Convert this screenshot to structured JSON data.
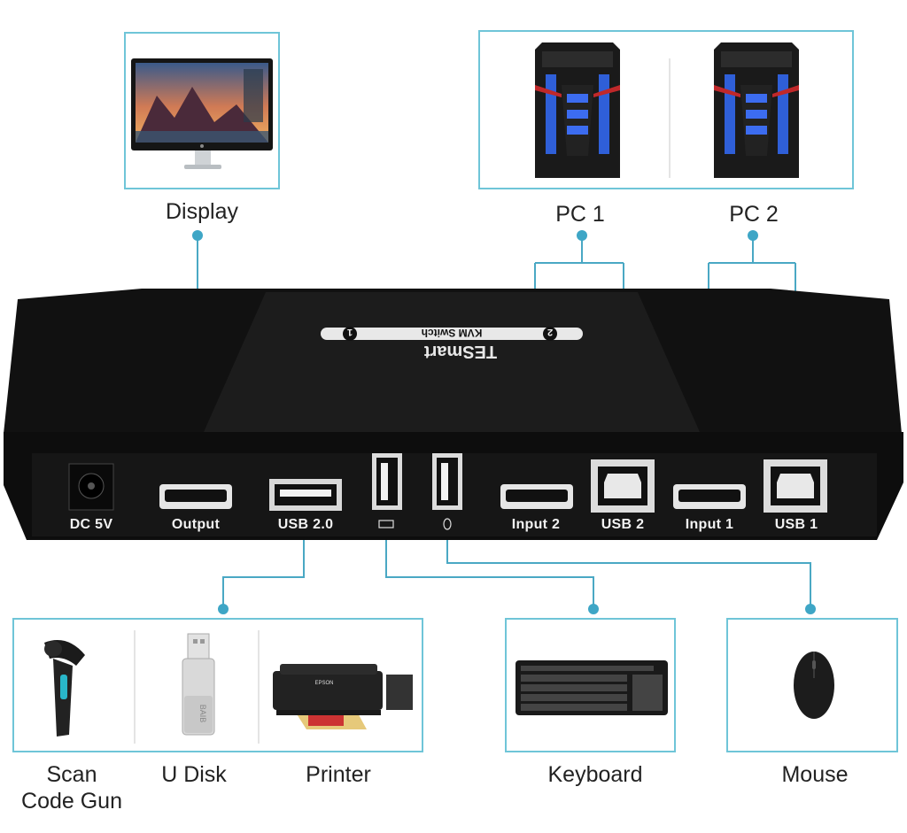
{
  "devices": {
    "display": "Display",
    "pc1": "PC 1",
    "pc2": "PC 2",
    "scan_gun": "Scan\nCode Gun",
    "u_disk": "U Disk",
    "printer": "Printer",
    "keyboard": "Keyboard",
    "mouse": "Mouse"
  },
  "switch": {
    "brand": "TESmart",
    "model_label": "KVM Switch",
    "button_1": "1",
    "button_2": "2",
    "ports": {
      "dc": "DC 5V",
      "output": "Output",
      "usb_20": "USB 2.0",
      "input2": "Input 2",
      "usb2": "USB 2",
      "input1": "Input 1",
      "usb1": "USB 1"
    }
  },
  "usb_disk_text": "BAIB",
  "printer_brand": "EPSON",
  "colors": {
    "connector_line": "#4aa8c4",
    "box_border": "#6fc5d8",
    "device_body": "#111111",
    "pc_accent_blue": "#2f5fd8"
  }
}
